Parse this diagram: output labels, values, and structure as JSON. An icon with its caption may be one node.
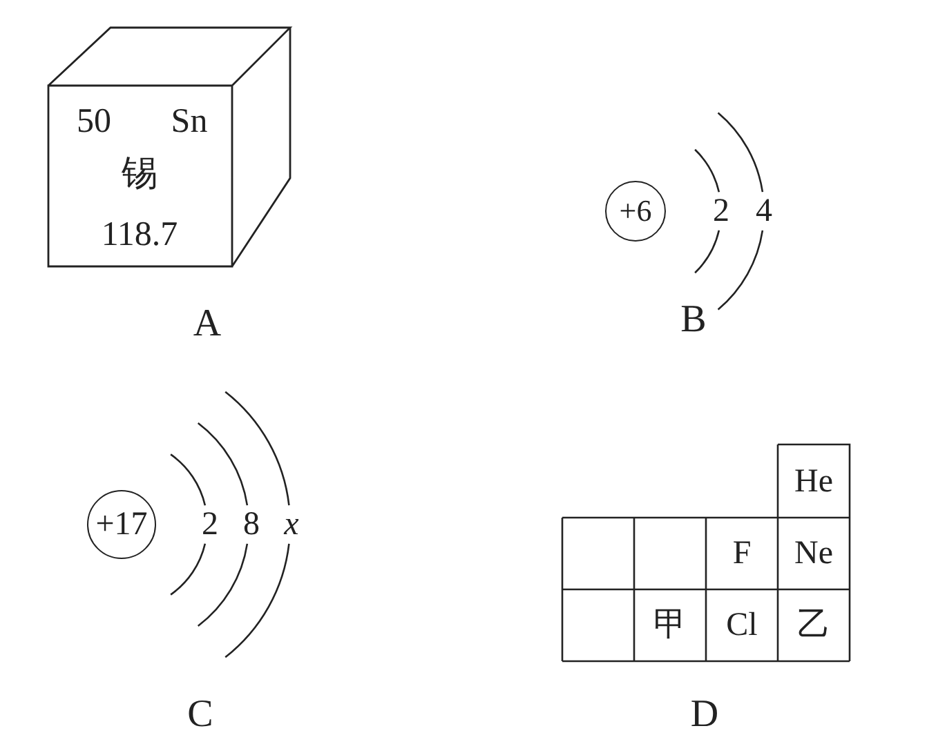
{
  "diagram": {
    "nodes": [
      {
        "text": [
          "50",
          "Sn",
          "锡",
          "118.7"
        ]
      },
      {
        "text": [
          "+6"
        ],
        "beside": [
          "2",
          "4"
        ]
      },
      {
        "text": [
          "+17"
        ],
        "beside": [
          "2",
          "8",
          "x"
        ]
      }
    ],
    "edges": [],
    "labels": [
      "A",
      "B",
      "He",
      "F",
      "Ne",
      "甲",
      "Cl",
      "乙",
      "C",
      "D"
    ]
  }
}
